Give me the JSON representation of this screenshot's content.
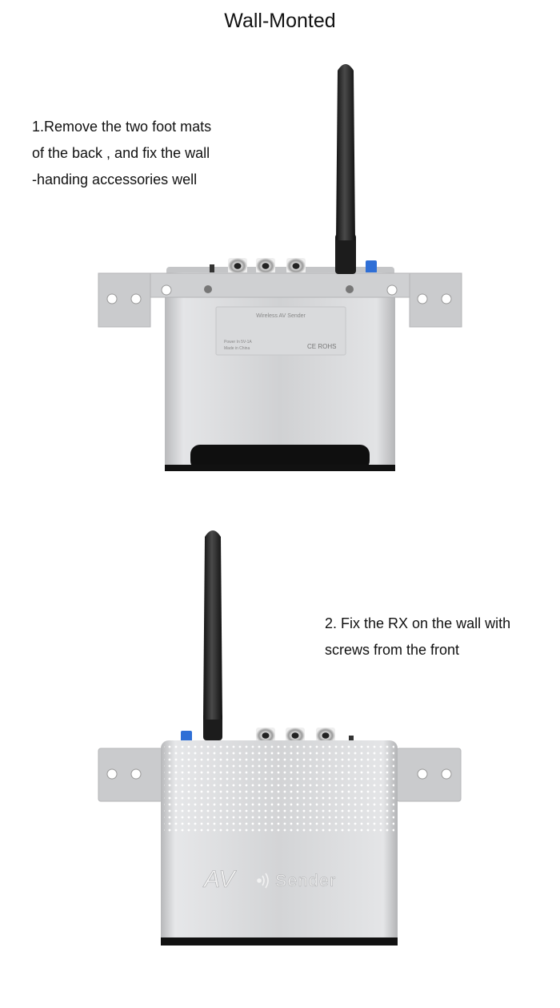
{
  "page": {
    "title": "Wall-Monted"
  },
  "step1": {
    "lines": [
      "1.Remove the two foot mats",
      "of  the back , and fix the wall",
      "-handing accessories well"
    ],
    "label_title": "Wireless AV Sender",
    "label_power": "Power In 5V-1A",
    "label_made": "Made in China",
    "label_certs": "CE ROHS"
  },
  "step2": {
    "lines": [
      "2. Fix the RX on the wall with",
      "screws from the front"
    ],
    "logo_av": "AV",
    "logo_sender": "Sender"
  },
  "colors": {
    "aluminum": "#cfd0d2",
    "bracket": "#cacbcd",
    "antenna": "#1a1a1a",
    "blue_button": "#2f6fd6"
  },
  "icons": [
    "antenna-icon",
    "rca-jack-icon",
    "screw-icon",
    "wifi-waves-icon"
  ]
}
